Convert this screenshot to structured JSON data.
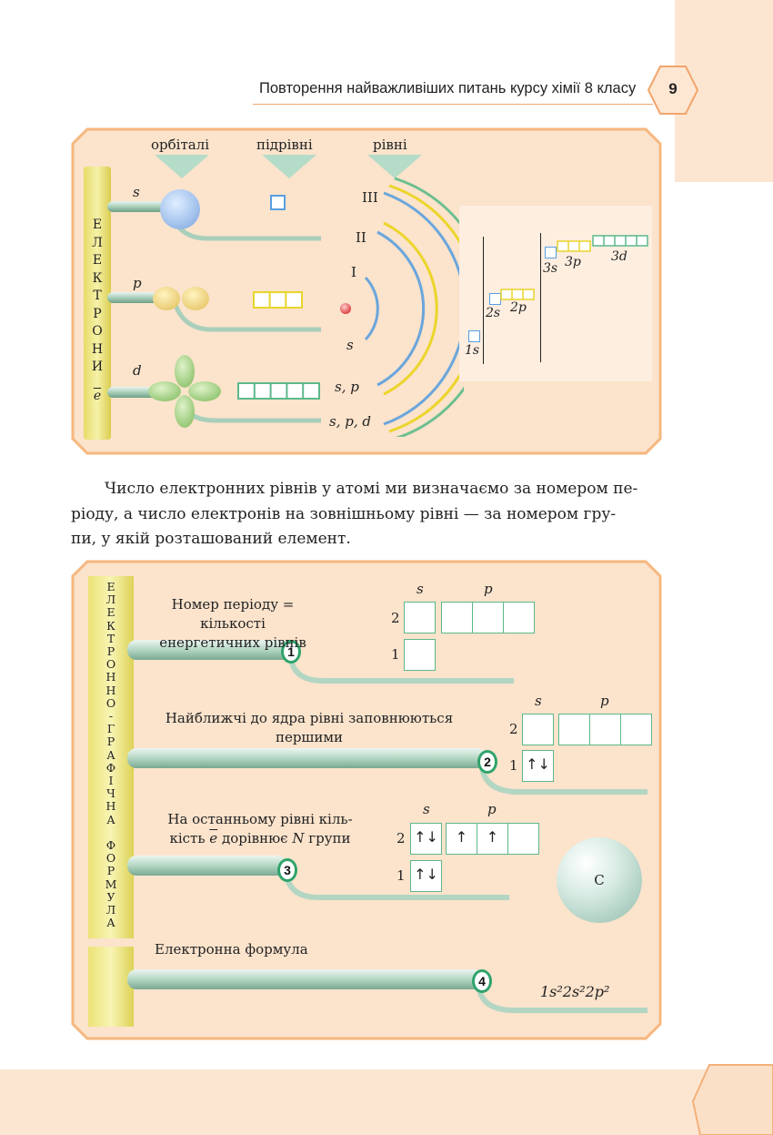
{
  "header": {
    "title": "Повторення найважливіших питань курсу хімії 8 класу",
    "page_number": "9"
  },
  "panel1": {
    "col_orbitals": "орбіталі",
    "col_sublevels": "підрівні",
    "col_levels": "рівні",
    "side_label": [
      "Е",
      "Л",
      "Е",
      "К",
      "Т",
      "Р",
      "О",
      "Н",
      "И"
    ],
    "side_symbol": "e",
    "orbital_labels": [
      "s",
      "p",
      "d"
    ],
    "level_labels": [
      "III",
      "II",
      "I"
    ],
    "shell_labels": [
      "s",
      "s, p",
      "s, p, d"
    ],
    "diagram_labels": {
      "s1": "1s",
      "s2": "2s",
      "p2": "2p",
      "s3": "3s",
      "p3": "3p",
      "d3": "3d"
    }
  },
  "paragraph": {
    "line1": "Число електронних рівнів у атомі ми визначаємо за номером пе-",
    "line2": "ріоду, а число електронів на зовнішньому рівні — за номером гру-",
    "line3": "пи, у якій розташований елемент."
  },
  "panel2": {
    "side_label_letters": [
      "Е",
      "Л",
      "Е",
      "К",
      "Т",
      "Р",
      "О",
      "Н",
      "Н",
      "О",
      "-",
      "Г",
      "Р",
      "А",
      "Ф",
      "І",
      "Ч",
      "Н",
      "А",
      "",
      "Ф",
      "О",
      "Р",
      "М",
      "У",
      "Л",
      "А"
    ],
    "step1": {
      "num": "1",
      "line1": "Номер періоду = кількості",
      "line2": "енергетичних рівнів"
    },
    "step2": {
      "num": "2",
      "line1": "Найближчі до ядра рівні заповнюються",
      "line2": "першими"
    },
    "step3": {
      "num": "3",
      "line1": "На останньому рівні кіль-",
      "line2_a": "кість",
      "line2_e": "e",
      "line2_b": "дорівнює",
      "line2_n": "N",
      "line2_c": "групи"
    },
    "step4": {
      "num": "4",
      "line1": "Електронна формула"
    },
    "sub_s": "s",
    "sub_p": "p",
    "lvl2": "2",
    "lvl1": "1",
    "pair": "↑↓",
    "up": "↑",
    "atom": "C",
    "formula": "1s²2s²2p²"
  }
}
